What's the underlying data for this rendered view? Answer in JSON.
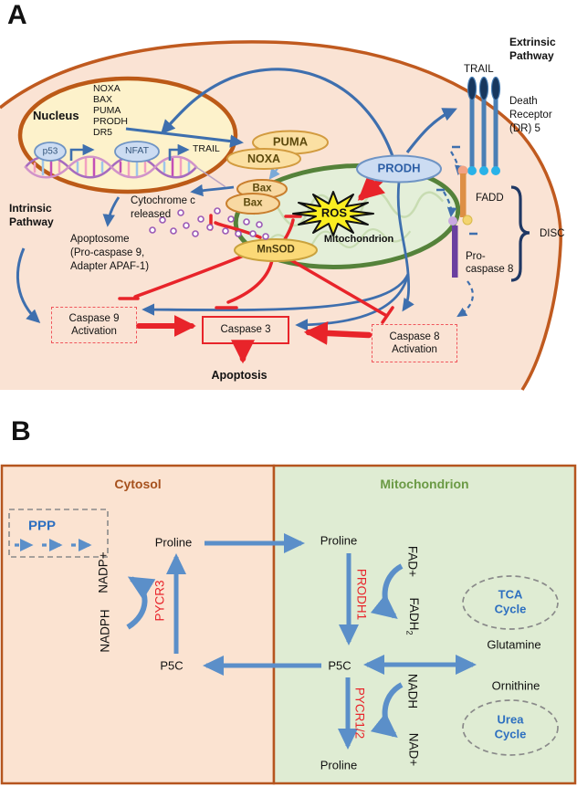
{
  "panelA": {
    "label": "A",
    "intrinsic": [
      "Intrinsic",
      "Pathway"
    ],
    "extrinsic": [
      "Extrinsic",
      "Pathway"
    ],
    "nucleus": {
      "title": "Nucleus",
      "genes": [
        "NOXA",
        "BAX",
        "PUMA",
        "PRODH",
        "DR5"
      ],
      "p53": "p53",
      "nfat": "NFAT",
      "trail_gene": "TRAIL"
    },
    "proteins": {
      "puma": "PUMA",
      "noxa": "NOXA",
      "bax1": "Bax",
      "bax2": "Bax",
      "mnsod": "MnSOD",
      "prodh": "PRODH",
      "ros": "ROS"
    },
    "mitochondrion": "Mitochondrion",
    "cytc": [
      "Cytochrome c",
      "released"
    ],
    "apoptosome": [
      "Apoptosome",
      "(Pro-caspase 9,",
      "Adapter APAF-1)"
    ],
    "receptor": {
      "trail": "TRAIL",
      "death_receptor": [
        "Death",
        "Receptor",
        "(DR) 5"
      ],
      "fadd": "FADD",
      "disc": "DISC",
      "procaspase8": [
        "Pro-",
        "caspase 8"
      ]
    },
    "caspase9": [
      "Caspase 9",
      "Activation"
    ],
    "caspase3": "Caspase 3",
    "caspase8": [
      "Caspase 8",
      "Activation"
    ],
    "apoptosis": "Apoptosis"
  },
  "panelB": {
    "label": "B",
    "compartments": {
      "cytosol": "Cytosol",
      "mitochondrion": "Mitochondrion"
    },
    "ppp": "PPP",
    "metabolites": {
      "proline_cytosol": "Proline",
      "proline_mito": "Proline",
      "proline_bottom": "Proline",
      "p5c_cytosol": "P5C",
      "p5c_mito": "P5C",
      "glutamine": "Glutamine",
      "ornithine": "Ornithine"
    },
    "cofactors": {
      "nadp": "NADP+",
      "nadph": "NADPH",
      "fad": "FAD+",
      "fadh2_base": "FADH",
      "fadh2_sub": "2",
      "nadh": "NADH",
      "nad": "NAD+"
    },
    "enzymes": {
      "pycr3": "PYCR3",
      "prodh1": "PRODH1",
      "pycr12": "PYCR1/2"
    },
    "cycles": {
      "tca": [
        "TCA",
        "Cycle"
      ],
      "urea": [
        "Urea",
        "Cycle"
      ]
    }
  },
  "colors": {
    "cell_membrane": "#c05a1f",
    "cell_fill": "#fae3d4",
    "nucleus_fill": "#fdf2cb",
    "mito_border": "#55823a",
    "mito_fill": "#e4efd9",
    "blue_arrow": "#3e6fae",
    "red_signal": "#e8242a",
    "ros_yellow": "#fbee21",
    "panelb_blue": "#5b8fc9",
    "panelb_border": "#b5551e",
    "cytosol_fill": "#fbe3d1",
    "mito_panel_fill": "#dfecd3"
  }
}
